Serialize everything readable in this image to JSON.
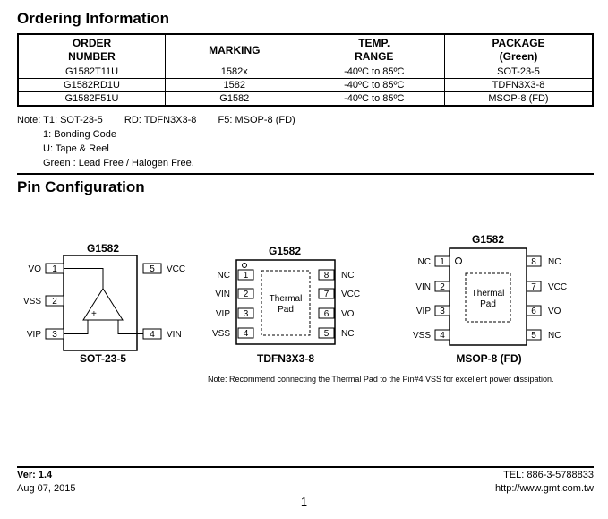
{
  "ordering": {
    "title": "Ordering Information",
    "headers": [
      [
        "ORDER",
        "NUMBER"
      ],
      [
        "MARKING"
      ],
      [
        "TEMP.",
        "RANGE"
      ],
      [
        "PACKAGE",
        "(Green)"
      ]
    ],
    "rows": [
      [
        "G1582T11U",
        "1582x",
        "-40ºC to 85ºC",
        "SOT-23-5"
      ],
      [
        "G1582RD1U",
        "1582",
        "-40ºC to 85ºC",
        "TDFN3X3-8"
      ],
      [
        "G1582F51U",
        "G1582",
        "-40ºC to 85ºC",
        "MSOP-8 (FD)"
      ]
    ],
    "notes": {
      "prefix": "Note: T1: SOT-23-5",
      "rd": "RD: TDFN3X3-8",
      "f5": "F5: MSOP-8 (FD)",
      "l2": "1: Bonding Code",
      "l3": "U: Tape & Reel",
      "l4": "Green : Lead Free / Halogen Free."
    }
  },
  "pin": {
    "title": "Pin Configuration",
    "sot": {
      "chip": "G1582",
      "package": "SOT-23-5",
      "left": [
        {
          "num": "1",
          "name": "VO"
        },
        {
          "num": "2",
          "name": "VSS"
        },
        {
          "num": "3",
          "name": "VIP"
        }
      ],
      "right": [
        {
          "num": "5",
          "name": "VCC"
        },
        {
          "num": "4",
          "name": "VIN"
        }
      ],
      "minus": "-",
      "plus": "+"
    },
    "tdfn": {
      "chip": "G1582",
      "package": "TDFN3X3-8",
      "pad_line1": "Thermal",
      "pad_line2": "Pad",
      "left": [
        {
          "num": "1",
          "name": "NC"
        },
        {
          "num": "2",
          "name": "VIN"
        },
        {
          "num": "3",
          "name": "VIP"
        },
        {
          "num": "4",
          "name": "VSS"
        }
      ],
      "right": [
        {
          "num": "8",
          "name": "NC"
        },
        {
          "num": "7",
          "name": "VCC"
        },
        {
          "num": "6",
          "name": "VO"
        },
        {
          "num": "5",
          "name": "NC"
        }
      ]
    },
    "msop": {
      "chip": "G1582",
      "package": "MSOP-8 (FD)",
      "pad_line1": "Thermal",
      "pad_line2": "Pad",
      "left": [
        {
          "num": "1",
          "name": "NC"
        },
        {
          "num": "2",
          "name": "VIN"
        },
        {
          "num": "3",
          "name": "VIP"
        },
        {
          "num": "4",
          "name": "VSS"
        }
      ],
      "right": [
        {
          "num": "8",
          "name": "NC"
        },
        {
          "num": "7",
          "name": "VCC"
        },
        {
          "num": "6",
          "name": "VO"
        },
        {
          "num": "5",
          "name": "NC"
        }
      ]
    },
    "note": "Note: Recommend connecting the Thermal Pad to the Pin#4 VSS for excellent power dissipation."
  },
  "footer": {
    "version": "Ver: 1.4",
    "date": "Aug 07, 2015",
    "tel": "TEL: 886-3-5788833",
    "url": "http://www.gmt.com.tw",
    "page": "1"
  }
}
